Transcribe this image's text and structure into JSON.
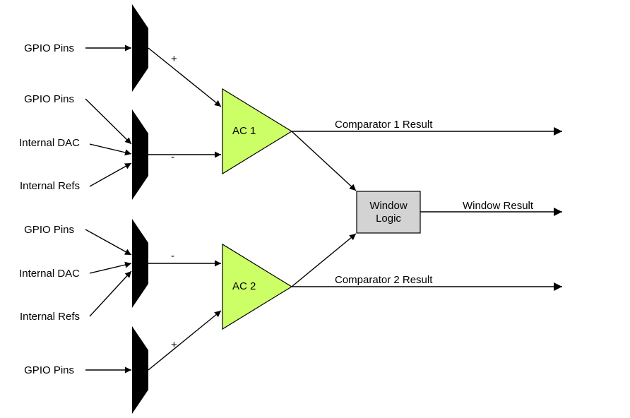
{
  "inputs": {
    "mux1": [
      "GPIO Pins"
    ],
    "mux2": [
      "GPIO Pins",
      "Internal DAC",
      "Internal Refs"
    ],
    "mux3": [
      "GPIO Pins",
      "Internal DAC",
      "Internal Refs"
    ],
    "mux4": [
      "GPIO Pins"
    ]
  },
  "signs": {
    "ac1_plus": "+",
    "ac1_minus": "-",
    "ac2_minus": "-",
    "ac2_plus": "+"
  },
  "comparators": {
    "ac1": "AC 1",
    "ac2": "AC 2"
  },
  "window_logic": {
    "line1": "Window",
    "line2": "Logic"
  },
  "outputs": {
    "comparator1": "Comparator 1 Result",
    "window": "Window Result",
    "comparator2": "Comparator 2 Result"
  },
  "colors": {
    "comparator_fill": "#ccff66",
    "window_fill": "#d3d3d3",
    "line": "#000000"
  }
}
